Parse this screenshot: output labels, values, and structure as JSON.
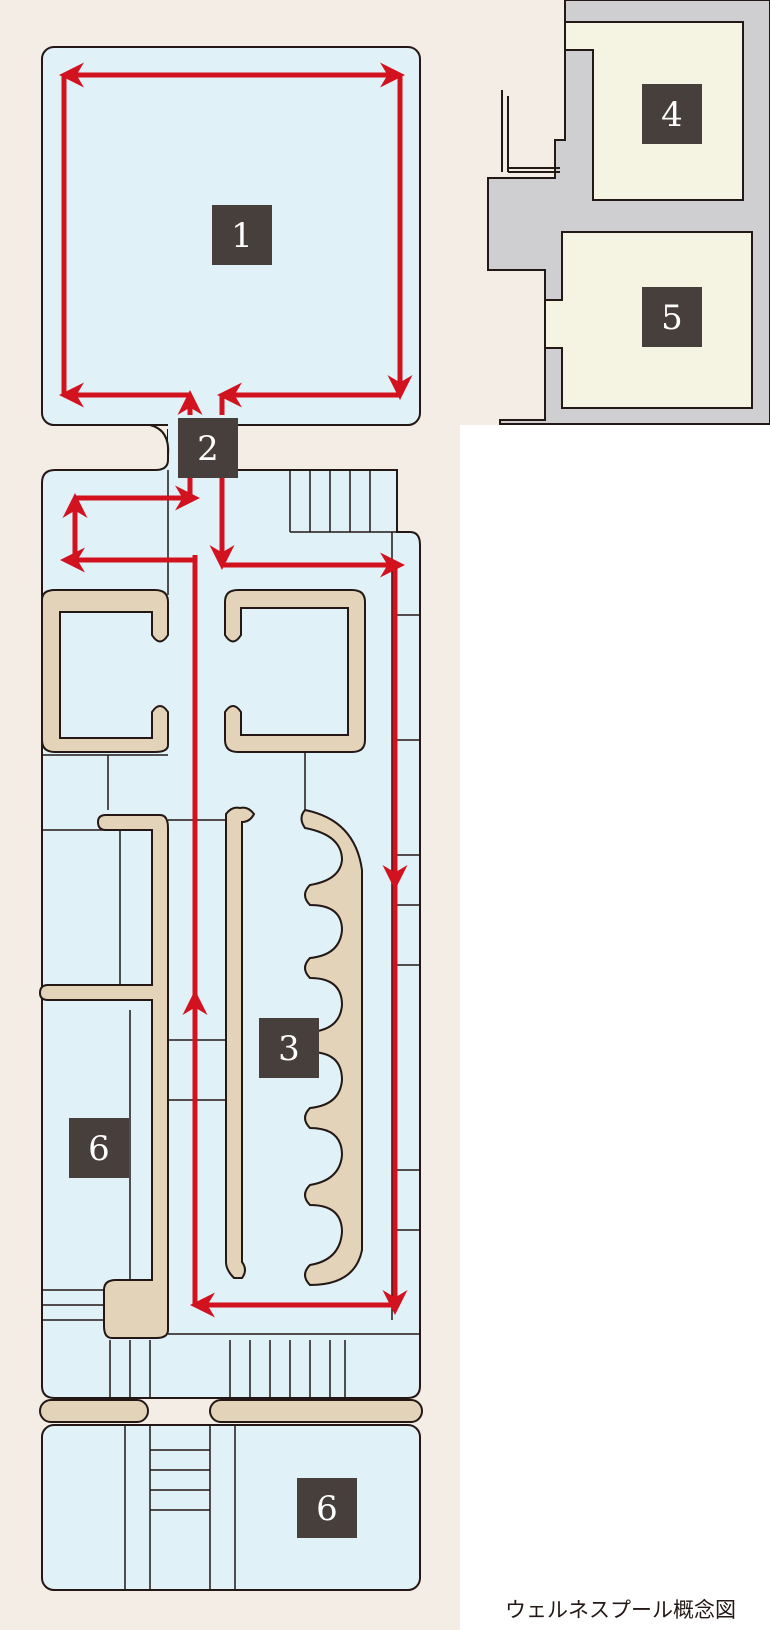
{
  "diagram": {
    "caption": "ウェルネスプール概念図",
    "zones": [
      {
        "id": "1",
        "label": "1"
      },
      {
        "id": "2",
        "label": "2"
      },
      {
        "id": "3",
        "label": "3"
      },
      {
        "id": "4",
        "label": "4"
      },
      {
        "id": "5",
        "label": "5"
      },
      {
        "id": "6a",
        "label": "6"
      },
      {
        "id": "6b",
        "label": "6"
      }
    ],
    "colors": {
      "water": "#e0f1f8",
      "deck": "#f4ede5",
      "wall": "#e3d3b8",
      "flow_arrow": "#d3121f",
      "label_bg": "#463f3c",
      "label_text": "#ffffff",
      "room": "#f5f3e1",
      "building": "#cfcfd1",
      "outline": "#231815"
    }
  }
}
